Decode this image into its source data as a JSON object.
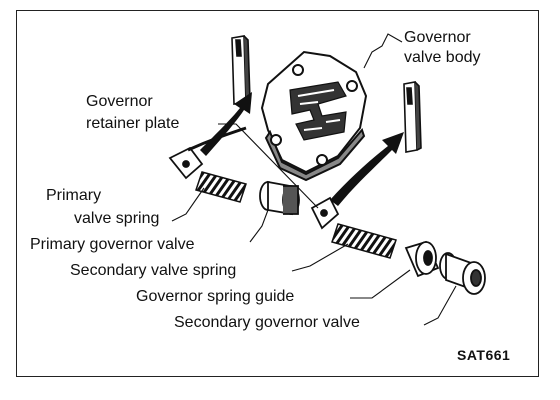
{
  "labels": {
    "governor_valve_body_1": "Governor",
    "governor_valve_body_2": "valve body",
    "retainer_plate_1": "Governor",
    "retainer_plate_2": "retainer plate",
    "primary_spring_1": "Primary",
    "primary_spring_2": "valve spring",
    "primary_valve": "Primary governor valve",
    "secondary_spring": "Secondary valve spring",
    "spring_guide": "Governor spring guide",
    "secondary_valve": "Secondary governor valve"
  },
  "figure_code": "SAT661"
}
